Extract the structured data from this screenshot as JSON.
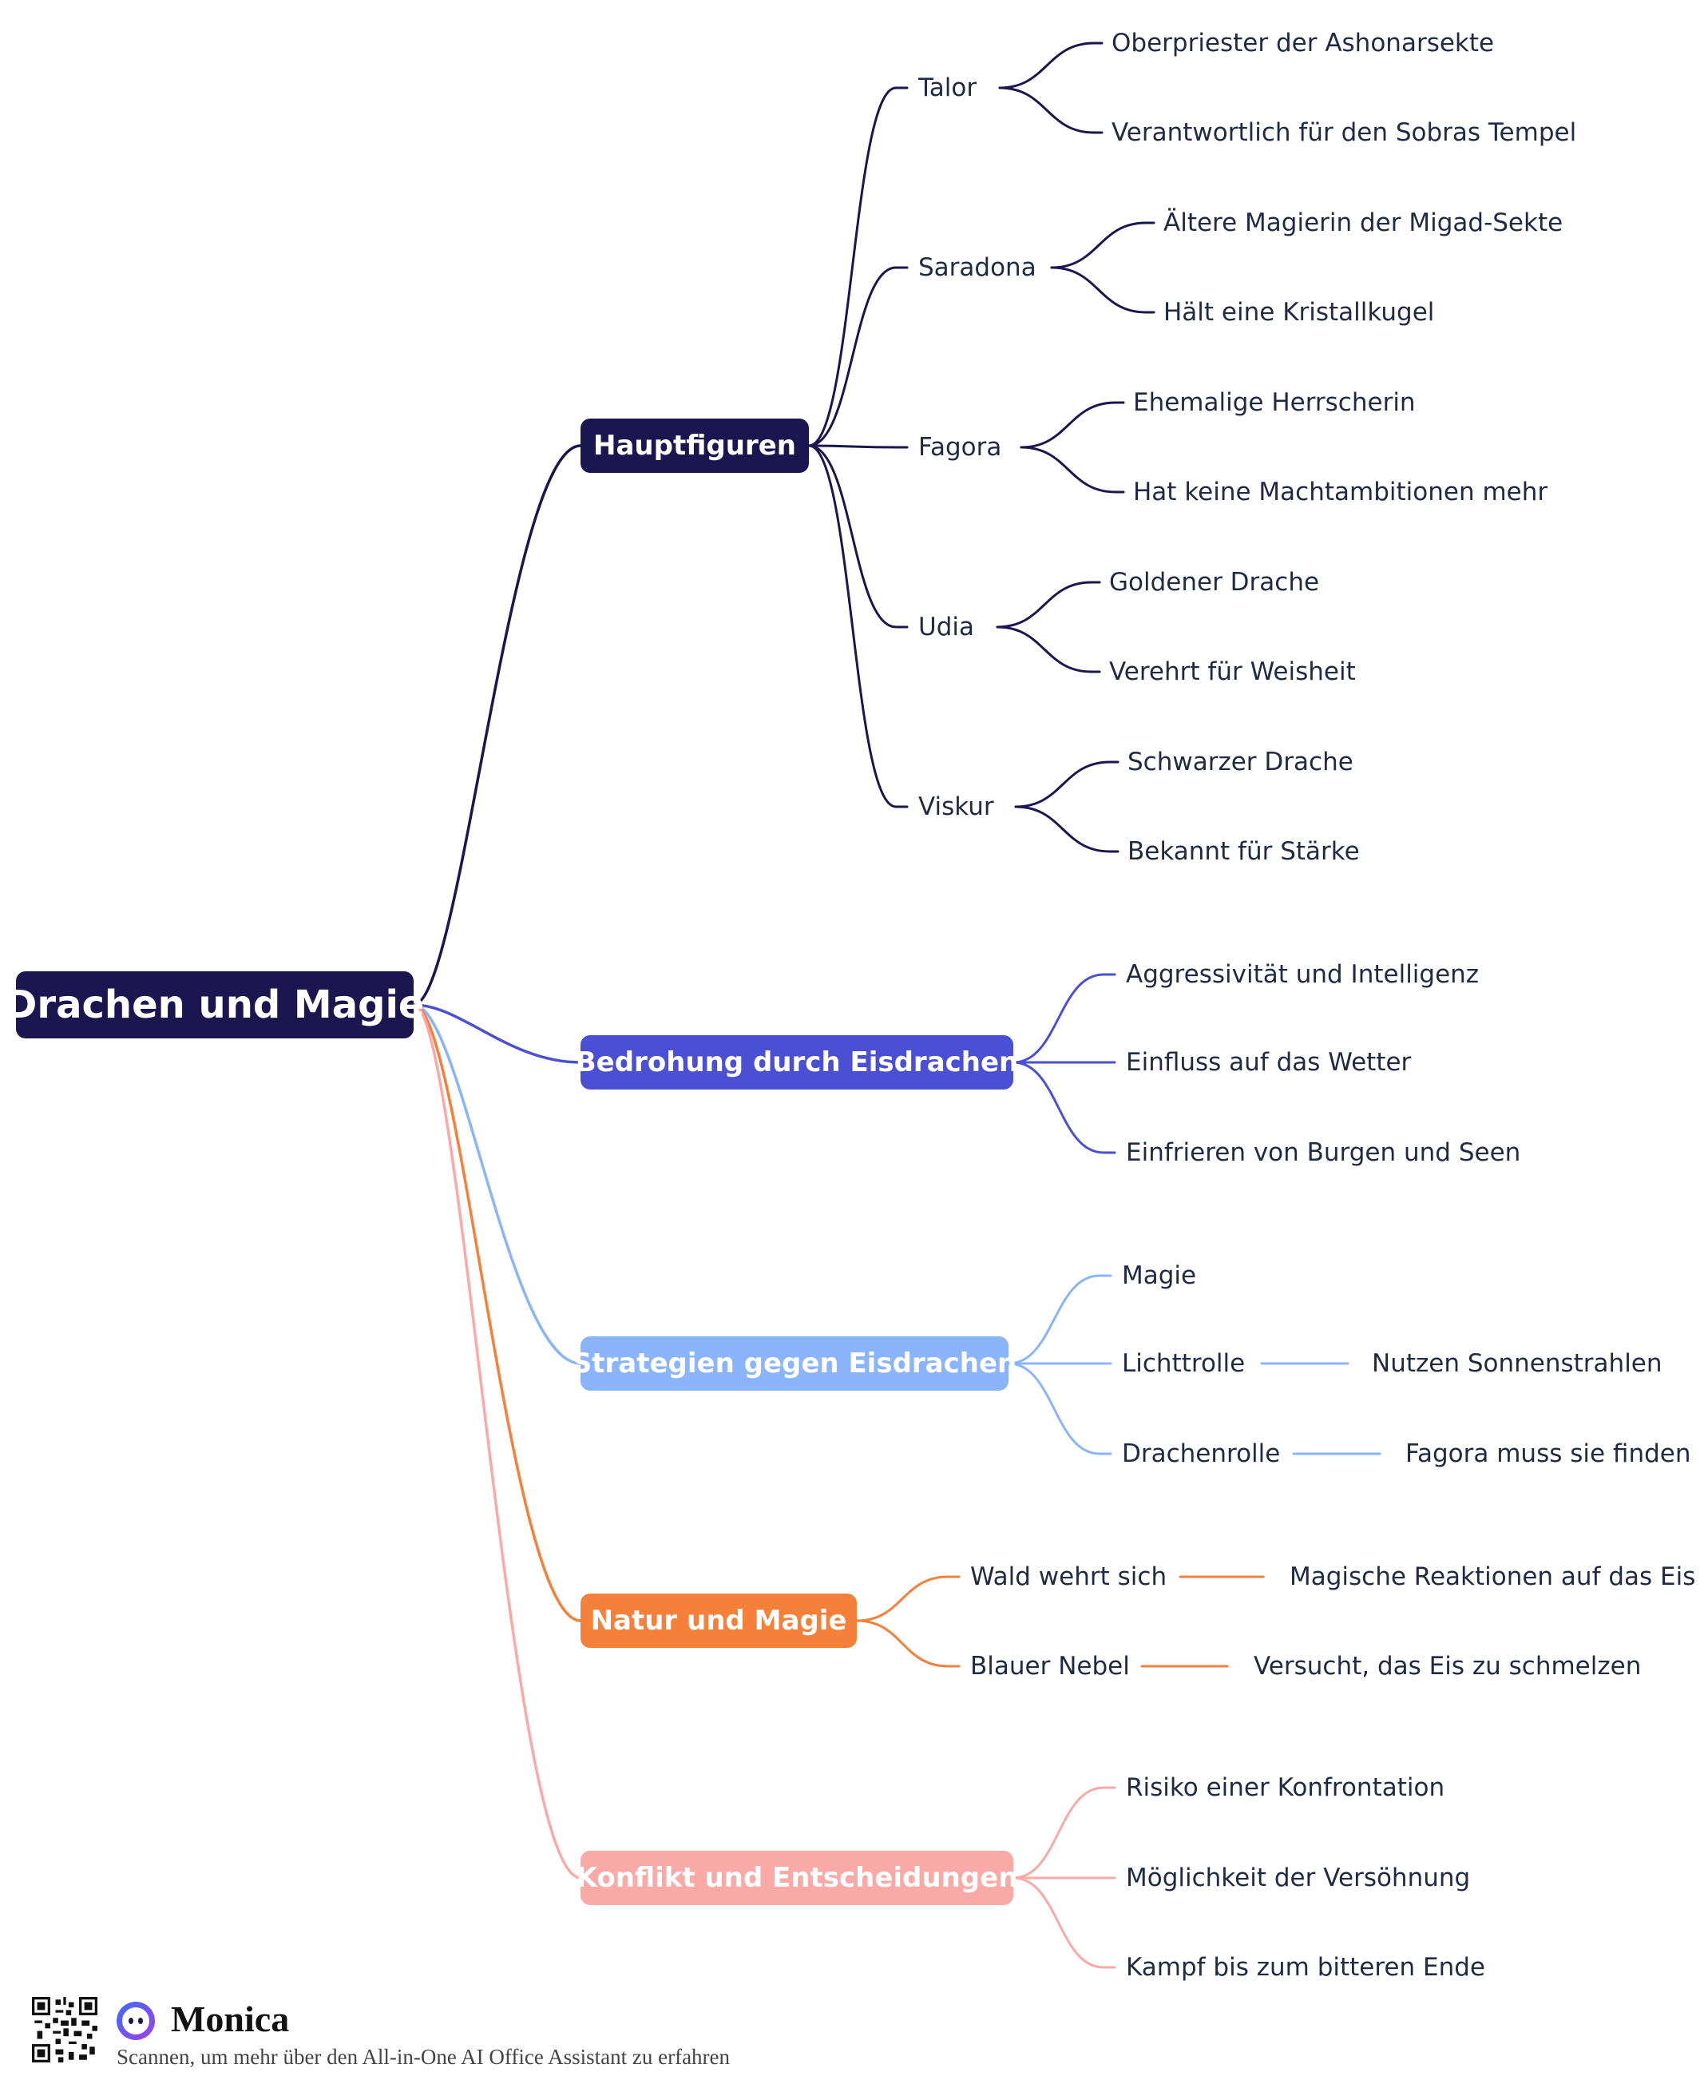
{
  "root": {
    "label": "Drachen und Magie",
    "color": "#1b1650"
  },
  "branches": [
    {
      "id": "hauptfiguren",
      "label": "Hauptfiguren",
      "color": "#1b1650",
      "children": [
        {
          "label": "Talor",
          "children": [
            {
              "label": "Oberpriester der Ashonarsekte"
            },
            {
              "label": "Verantwortlich für den Sobras Tempel"
            }
          ]
        },
        {
          "label": "Saradona",
          "children": [
            {
              "label": "Ältere Magierin der Migad-Sekte"
            },
            {
              "label": "Hält eine Kristallkugel"
            }
          ]
        },
        {
          "label": "Fagora",
          "children": [
            {
              "label": "Ehemalige Herrscherin"
            },
            {
              "label": "Hat keine Machtambitionen mehr"
            }
          ]
        },
        {
          "label": "Udia",
          "children": [
            {
              "label": "Goldener Drache"
            },
            {
              "label": "Verehrt für Weisheit"
            }
          ]
        },
        {
          "label": "Viskur",
          "children": [
            {
              "label": "Schwarzer Drache"
            },
            {
              "label": "Bekannt für Stärke"
            }
          ]
        }
      ]
    },
    {
      "id": "bedrohung",
      "label": "Bedrohung durch Eisdrachen",
      "color": "#4a4fd4",
      "children": [
        {
          "label": "Aggressivität und Intelligenz"
        },
        {
          "label": "Einfluss auf das Wetter"
        },
        {
          "label": "Einfrieren von Burgen und Seen"
        }
      ]
    },
    {
      "id": "strategien",
      "label": "Strategien gegen Eisdrachen",
      "color": "#8ab4fb",
      "children": [
        {
          "label": "Magie"
        },
        {
          "label": "Lichttrolle",
          "children": [
            {
              "label": "Nutzen Sonnenstrahlen"
            }
          ]
        },
        {
          "label": "Drachenrolle",
          "children": [
            {
              "label": "Fagora muss sie finden"
            }
          ]
        }
      ]
    },
    {
      "id": "natur",
      "label": "Natur und Magie",
      "color": "#f5803a",
      "children": [
        {
          "label": "Wald wehrt sich",
          "children": [
            {
              "label": "Magische Reaktionen auf das Eis"
            }
          ]
        },
        {
          "label": "Blauer Nebel",
          "children": [
            {
              "label": "Versucht, das Eis zu schmelzen"
            }
          ]
        }
      ]
    },
    {
      "id": "konflikt",
      "label": "Konflikt und Entscheidungen",
      "color": "#f9aaa6",
      "children": [
        {
          "label": "Risiko einer Konfrontation"
        },
        {
          "label": "Möglichkeit der Versöhnung"
        },
        {
          "label": "Kampf bis zum bitteren Ende"
        }
      ]
    }
  ],
  "footer": {
    "brand": "Monica",
    "tagline": "Scannen, um mehr über den All-in-One AI Office Assistant zu erfahren",
    "qr_icon": "qr-code-icon",
    "logo_icon": "monica-logo-icon"
  }
}
